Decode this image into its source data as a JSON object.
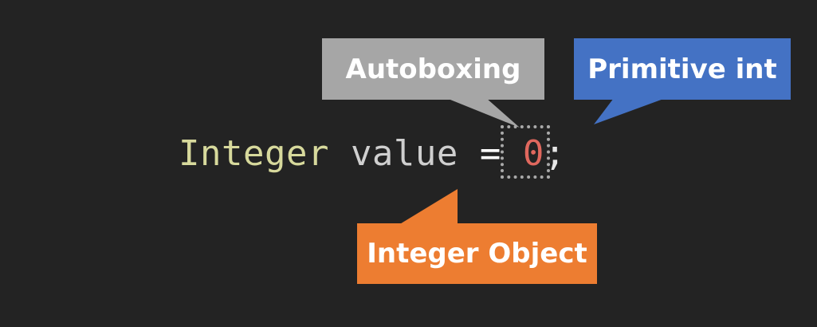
{
  "code": {
    "type_keyword": "Integer",
    "variable": "value",
    "operator": "=",
    "literal": "0",
    "terminator": ";"
  },
  "callouts": {
    "autoboxing": {
      "label": "Autoboxing",
      "color": "#a6a6a6"
    },
    "primitive": {
      "label": "Primitive int",
      "color": "#4472c4"
    },
    "object": {
      "label": "Integer Object",
      "color": "#ed7d31"
    }
  },
  "colors": {
    "background": "#232323",
    "type_keyword": "#d7d99c",
    "variable": "#cfcfcf",
    "literal": "#e0685e",
    "highlight_border": "#a9a9a9"
  }
}
